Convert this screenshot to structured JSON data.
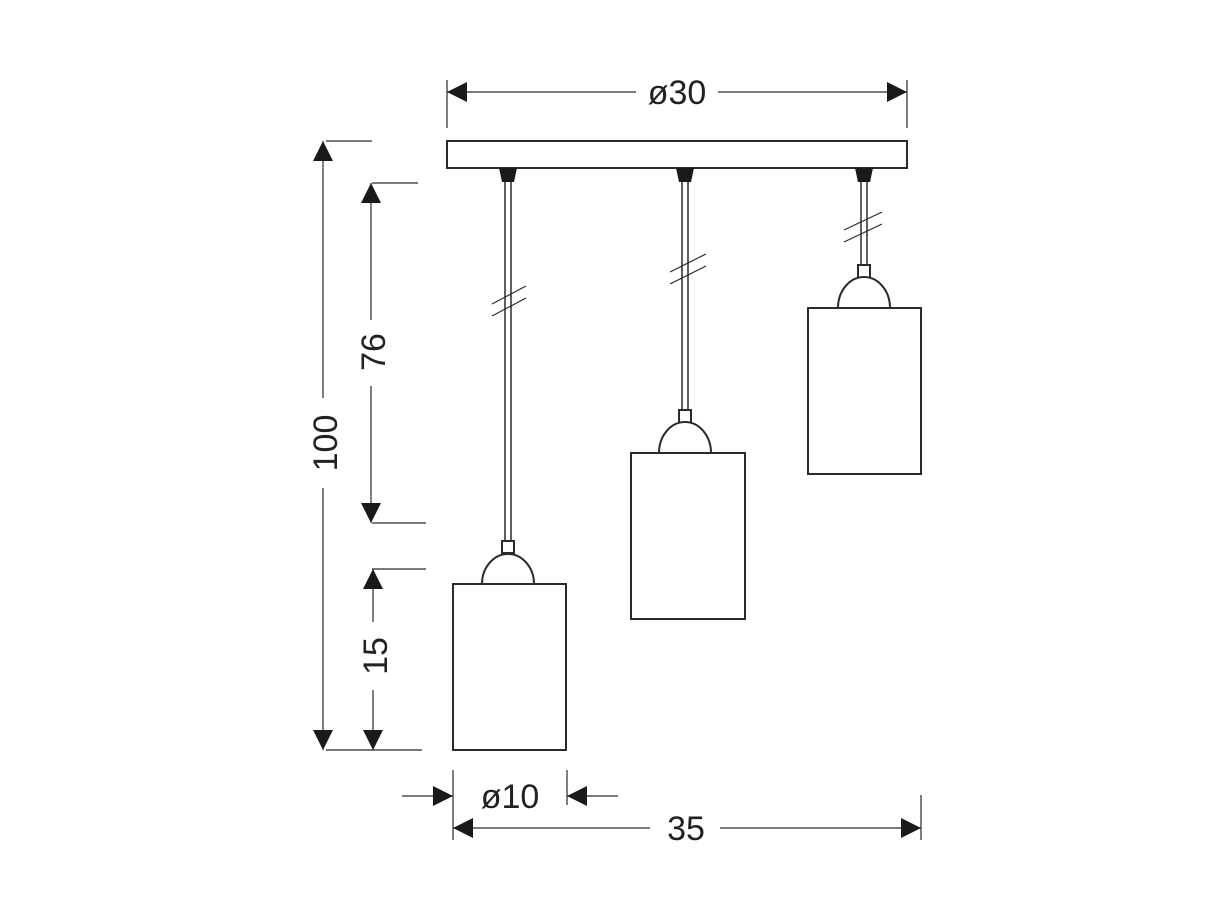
{
  "dimensions": {
    "canopy_diameter": "ø30",
    "total_height": "100",
    "cable_length": "76",
    "shade_height": "15",
    "shade_diameter": "ø10",
    "total_width": "35"
  },
  "colors": {
    "line": "#2b2b2b",
    "text": "#222222",
    "background": "#ffffff"
  }
}
